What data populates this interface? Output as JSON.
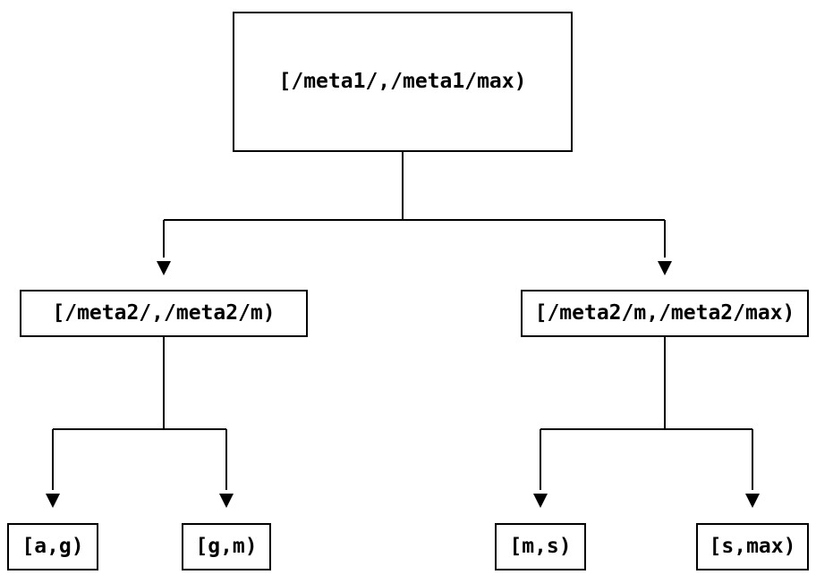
{
  "diagram": {
    "type": "tree",
    "nodes": {
      "root": {
        "label": "[/meta1/,/meta1/max)"
      },
      "meta2_low": {
        "label": "[/meta2/,/meta2/m)"
      },
      "meta2_high": {
        "label": "[/meta2/m,/meta2/max)"
      },
      "leaf_a_g": {
        "label": "[a,g)"
      },
      "leaf_g_m": {
        "label": "[g,m)"
      },
      "leaf_m_s": {
        "label": "[m,s)"
      },
      "leaf_s_max": {
        "label": "[s,max)"
      }
    },
    "edges": [
      {
        "from": "root",
        "to": "meta2_low"
      },
      {
        "from": "root",
        "to": "meta2_high"
      },
      {
        "from": "meta2_low",
        "to": "leaf_a_g"
      },
      {
        "from": "meta2_low",
        "to": "leaf_g_m"
      },
      {
        "from": "meta2_high",
        "to": "leaf_m_s"
      },
      {
        "from": "meta2_high",
        "to": "leaf_s_max"
      }
    ],
    "colors": {
      "background": "#ffffff",
      "stroke": "#000000",
      "text": "#000000"
    }
  }
}
